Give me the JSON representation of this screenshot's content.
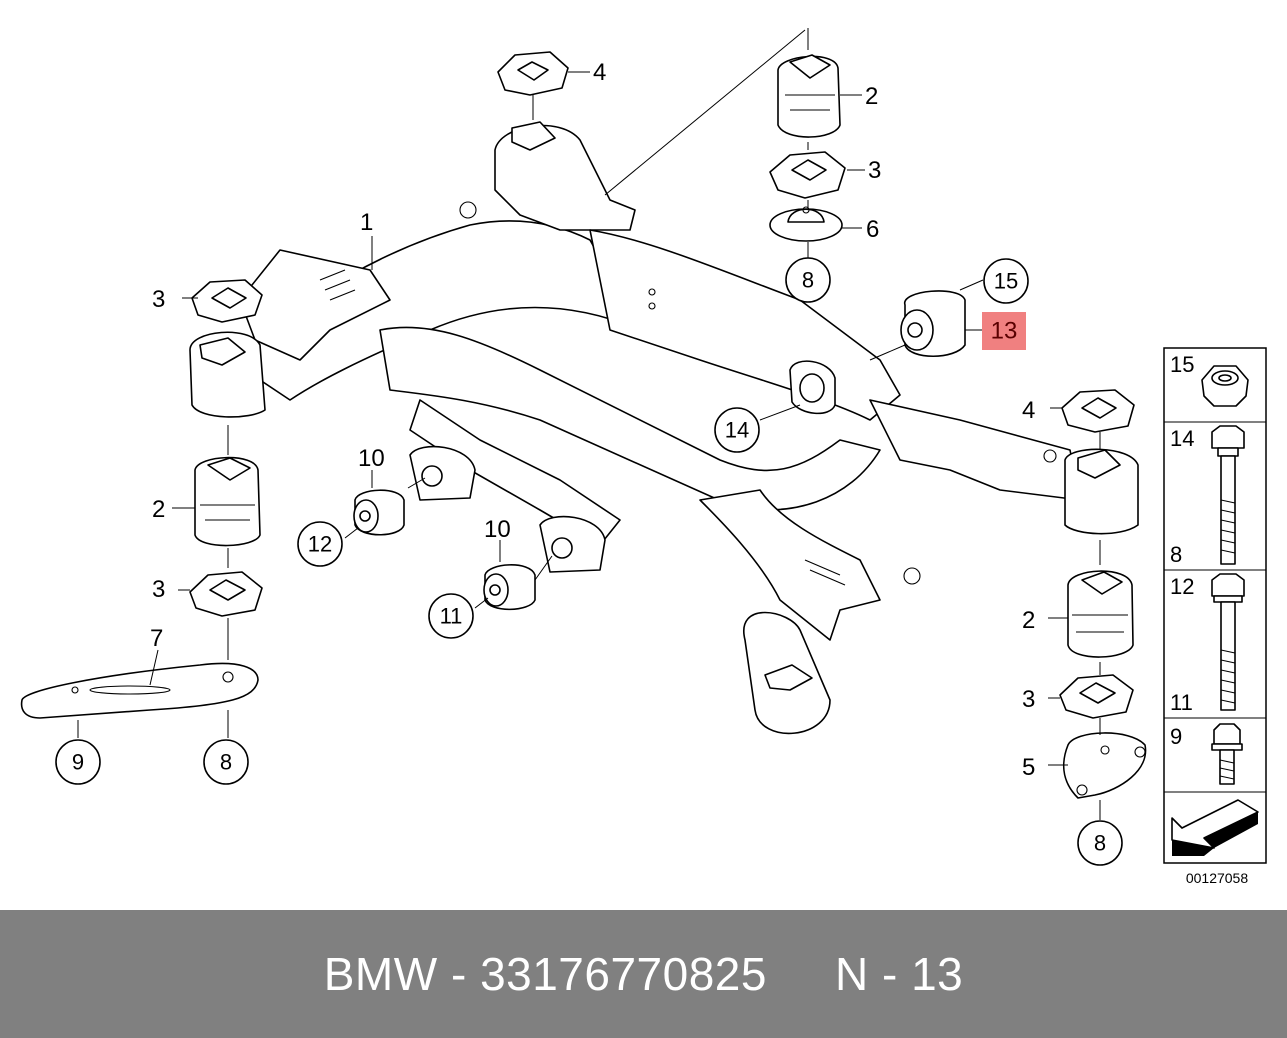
{
  "diagram": {
    "doc_number": "00127058",
    "callouts": {
      "c1": "1",
      "c2_top": "2",
      "c3_top": "3",
      "c4_top": "4",
      "c6": "6",
      "c8_top": "8",
      "c15": "15",
      "c13": "13",
      "c14": "14",
      "c3_left": "3",
      "c2_left": "2",
      "c3_left_low": "3",
      "c7": "7",
      "c9": "9",
      "c8_left": "8",
      "c10_a": "10",
      "c12": "12",
      "c10_b": "10",
      "c11": "11",
      "c4_right": "4",
      "c2_right": "2",
      "c3_right": "3",
      "c5": "5",
      "c8_right": "8"
    },
    "legend": {
      "row1": "15",
      "row2_top": "14",
      "row2_bottom": "8",
      "row3_top": "12",
      "row3_bottom": "11",
      "row4": "9"
    },
    "highlight_color": "#f08080"
  },
  "footer": {
    "brand": "BMW",
    "separator": " - ",
    "part_number": "33176770825",
    "position_label": "N - 13"
  }
}
